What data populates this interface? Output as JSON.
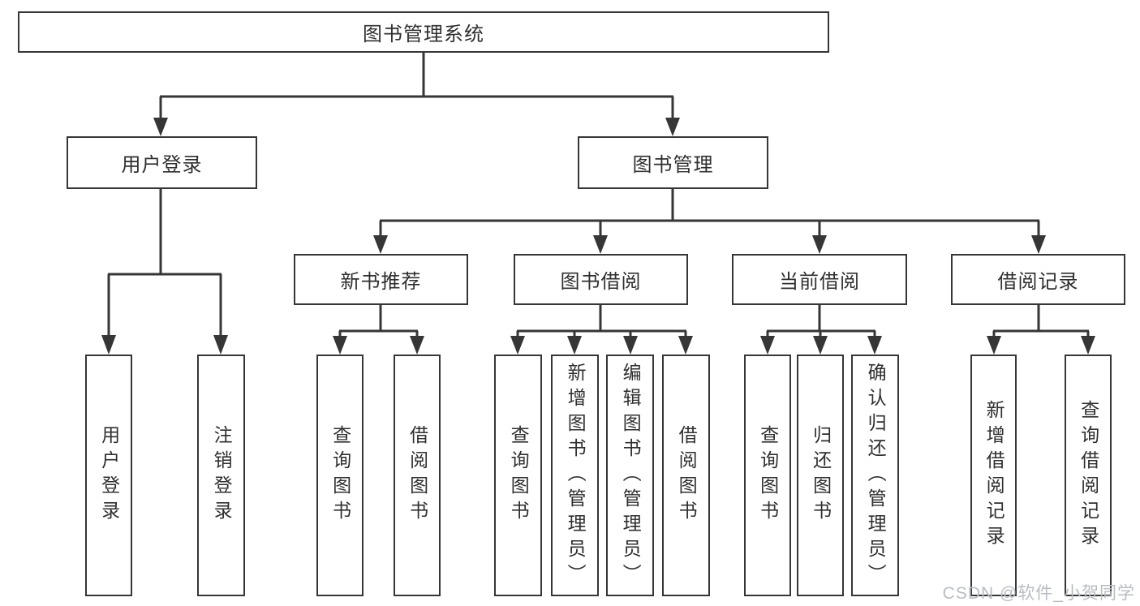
{
  "root": {
    "label": "图书管理系统"
  },
  "level1": [
    {
      "id": "user-login",
      "label": "用户登录"
    },
    {
      "id": "book-management",
      "label": "图书管理"
    }
  ],
  "level2": [
    {
      "id": "new-book-recommend",
      "label": "新书推荐"
    },
    {
      "id": "book-borrowing",
      "label": "图书借阅"
    },
    {
      "id": "current-borrowing",
      "label": "当前借阅"
    },
    {
      "id": "borrowing-records",
      "label": "借阅记录"
    }
  ],
  "leaves": {
    "user_login": [
      "用户登录",
      "注销登录"
    ],
    "new_book_recommend": [
      "查询图书",
      "借阅图书"
    ],
    "book_borrowing": [
      "查询图书",
      "新增图书（管理员）",
      "编辑图书（管理员）",
      "借阅图书"
    ],
    "current_borrowing": [
      "查询图书",
      "归还图书",
      "确认归还（管理员）"
    ],
    "borrowing_records": [
      "新增借阅记录",
      "查询借阅记录"
    ]
  },
  "watermark": "CSDN @软件_小贺同学",
  "colors": {
    "line": "#363636",
    "text": "#2f2f2f",
    "background": "#ffffff",
    "watermark": "#b9bcc1"
  }
}
